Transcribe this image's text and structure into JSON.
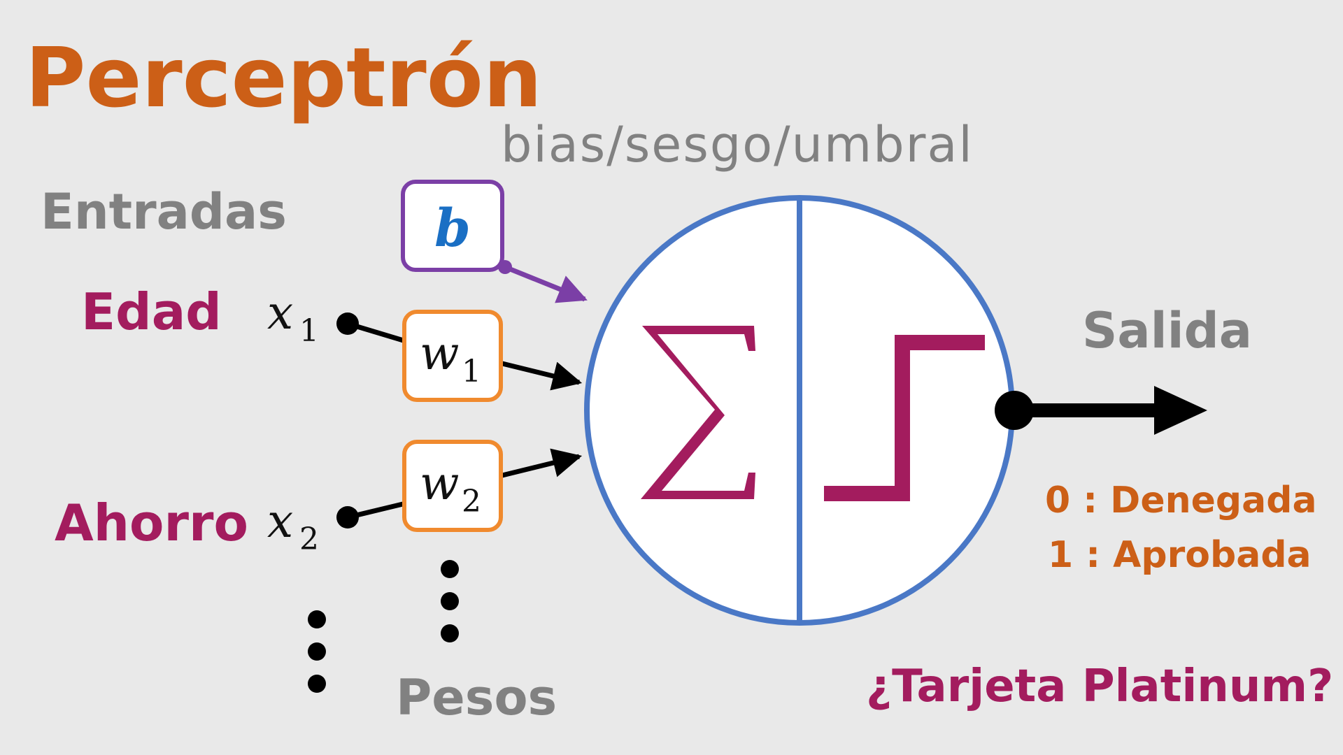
{
  "title": "Perceptrón",
  "labels": {
    "bias": "bias/sesgo/umbral",
    "inputs": "Entradas",
    "weights": "Pesos",
    "output": "Salida"
  },
  "inputs": [
    {
      "name": "Edad",
      "var": "x",
      "sub": "1"
    },
    {
      "name": "Ahorro",
      "var": "x",
      "sub": "2"
    }
  ],
  "weights": [
    {
      "var": "w",
      "sub": "1"
    },
    {
      "var": "w",
      "sub": "2"
    }
  ],
  "bias_symbol": "b",
  "sum_symbol": "Σ",
  "outputs": [
    "0 : Denegada",
    "1 : Aprobada"
  ],
  "question": "¿Tarjeta Platinum?",
  "colors": {
    "title": "#cc5f17",
    "gray_text": "#818181",
    "input_names": "#a31c5e",
    "weight_border": "#f08a2e",
    "bias_border": "#7b3fa6",
    "bias_text": "#1a6fc4",
    "neuron_border": "#4a78c6",
    "sum_step": "#a31c5e",
    "arrow": "#000000",
    "bias_arrow": "#7b3fa6",
    "output_values": "#cc5f17",
    "question": "#a31c5e"
  },
  "icons": {
    "sum": "sigma-symbol",
    "activation": "step-function-icon",
    "output_arrow": "arrow-right-icon"
  }
}
